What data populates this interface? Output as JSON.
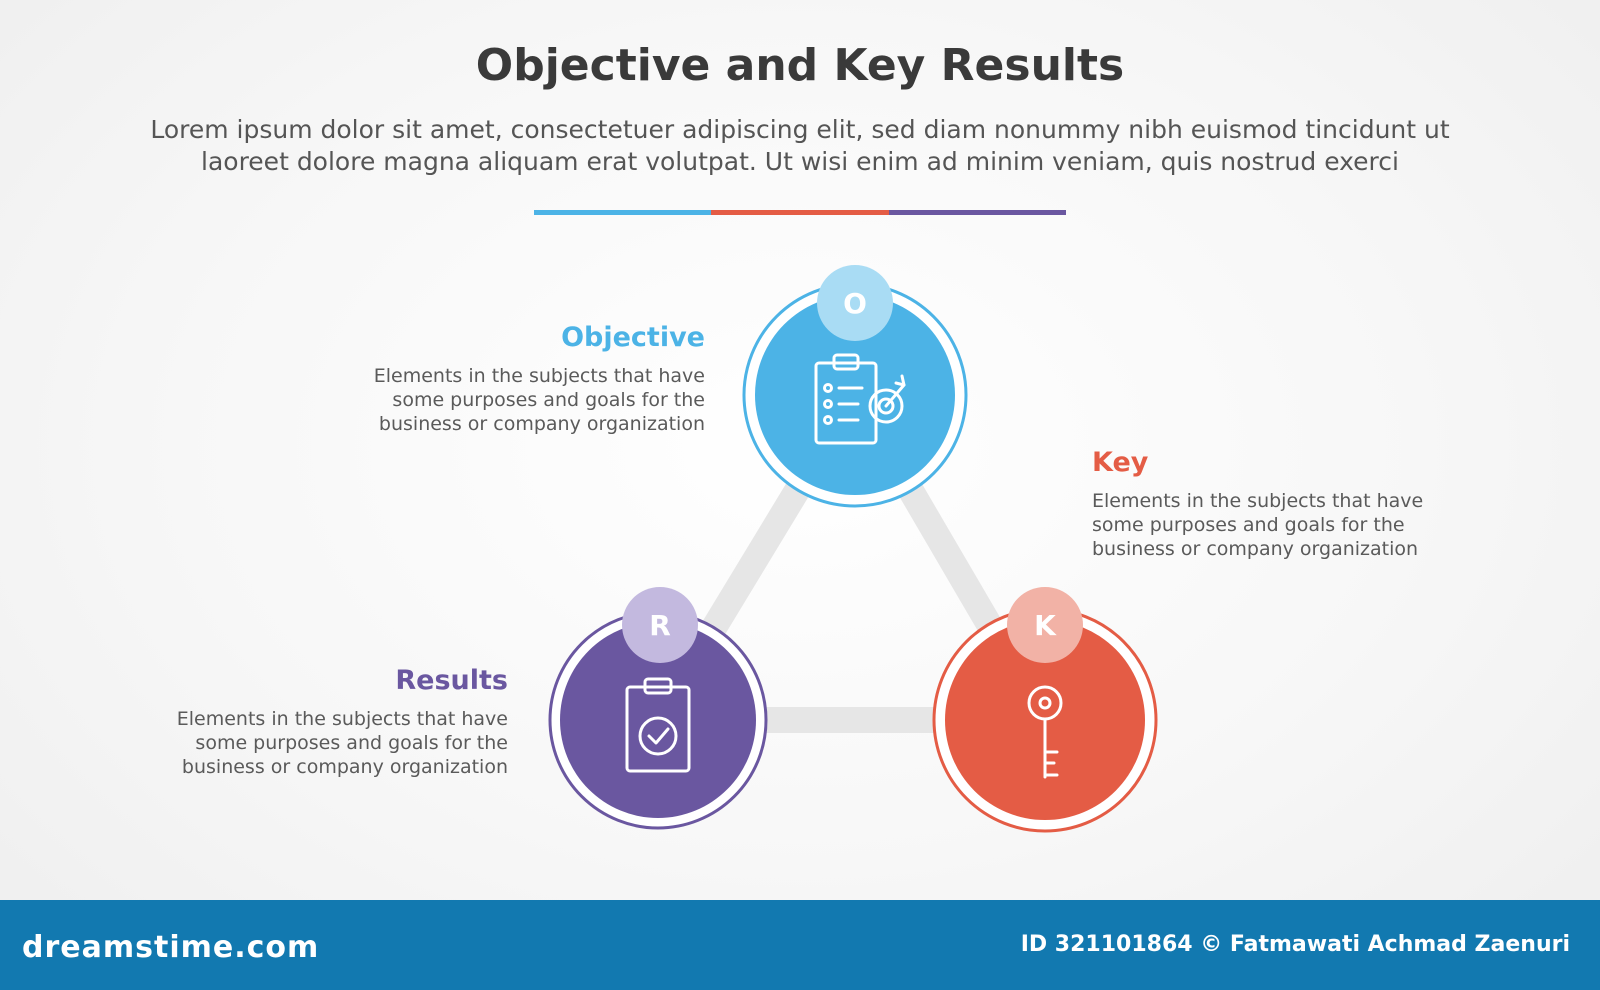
{
  "header": {
    "title": "Objective and Key Results",
    "subtitle_line1": "Lorem ipsum dolor sit amet, consectetuer adipiscing elit, sed diam nonummy nibh euismod tincidunt ut",
    "subtitle_line2": "laoreet dolore magna aliquam erat volutpat. Ut wisi enim ad minim veniam, quis nostrud exerci"
  },
  "colors": {
    "objective": "#4cb3e6",
    "key": "#e45c45",
    "results": "#6a57a0",
    "connector": "#e6e6e6",
    "footer": "#1279b0"
  },
  "nodes": {
    "objective": {
      "letter": "O",
      "heading": "Objective",
      "desc1": "Elements in the subjects that have",
      "desc2": "some purposes and goals for the",
      "desc3": "business or company organization",
      "icon": "clipboard-target-icon"
    },
    "key": {
      "letter": "K",
      "heading": "Key",
      "desc1": "Elements in the subjects that have",
      "desc2": "some purposes and goals for the",
      "desc3": "business or company organization",
      "icon": "key-icon"
    },
    "results": {
      "letter": "R",
      "heading": "Results",
      "desc1": "Elements in the subjects that have",
      "desc2": "some purposes and goals for the",
      "desc3": "business or company organization",
      "icon": "clipboard-check-icon"
    }
  },
  "footer": {
    "logo": "dreamstime.com",
    "credit": "ID 321101864 © Fatmawati  Achmad Zaenuri"
  }
}
